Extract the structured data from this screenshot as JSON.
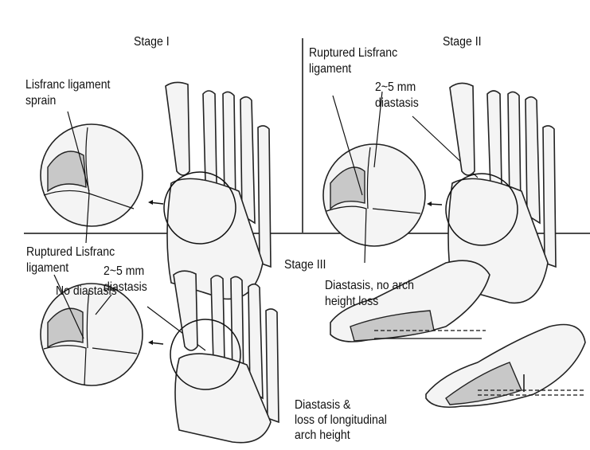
{
  "panels": {
    "stage1": {
      "title": "Stage I",
      "callout": [
        "Lisfranc ligament",
        "sprain"
      ],
      "caption": "No diastasis"
    },
    "stage2": {
      "title": "Stage II",
      "callout": [
        "Ruptured Lisfranc",
        "ligament"
      ],
      "measure": [
        "2~5 mm",
        "diastasis"
      ],
      "caption": [
        "Diastasis, no arch",
        "height loss"
      ]
    },
    "stage3": {
      "title": "Stage III",
      "callout": [
        "Ruptured Lisfranc",
        "ligament"
      ],
      "measure": [
        "2~5 mm",
        "diastasis"
      ],
      "caption": [
        "Diastasis &",
        "loss of longitudinal",
        "arch height"
      ]
    }
  }
}
